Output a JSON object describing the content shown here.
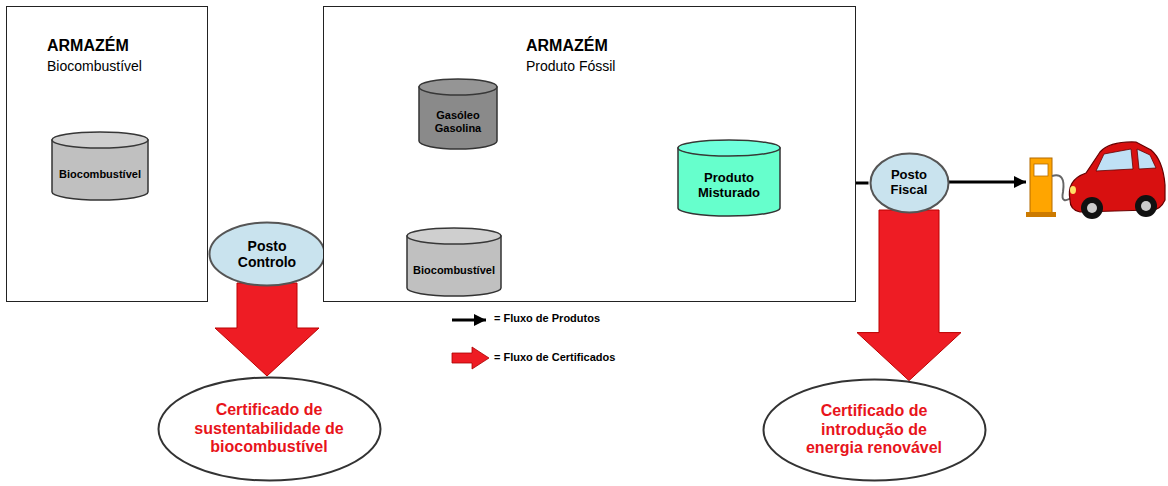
{
  "diagram": {
    "nodes": [
      {
        "text": [
          "ARMAZÉM",
          "Biocombustível"
        ]
      },
      {
        "text": [
          "Biocombustível"
        ],
        "in": 0
      },
      {
        "text": [
          "Posto Controlo"
        ]
      },
      {
        "text": [
          "ARMAZÉM",
          "Produto Fóssil"
        ]
      },
      {
        "text": [
          "Gasóleo Gasolina"
        ],
        "in": 3
      },
      {
        "text": [
          "Biocombustível"
        ],
        "in": 3
      },
      {
        "text": [
          "Produto Misturado"
        ],
        "in": 3
      },
      {
        "text": [
          "Posto Fiscal"
        ]
      },
      {
        "text": [
          "Certificado de sustentabilidade de biocombustível"
        ]
      },
      {
        "text": [
          "Certificado de introdução de energia renovável"
        ]
      }
    ],
    "edges": [
      {
        "from": 1,
        "to": 2,
        "arrow": "none"
      },
      {
        "from": 2,
        "to": 5,
        "arrow": "to"
      },
      {
        "from": 4,
        "to": 6,
        "arrow": "to"
      },
      {
        "from": 5,
        "to": 6,
        "arrow": "to"
      },
      {
        "from": 6,
        "to": 7,
        "arrow": "none"
      },
      {
        "from": 2,
        "to": 8,
        "arrow": "to"
      },
      {
        "from": 7,
        "to": 9,
        "arrow": "to"
      }
    ],
    "legend": [
      {
        "text": "= Fluxo de Produtos"
      },
      {
        "text": "= Fluxo de Certificados"
      }
    ]
  }
}
